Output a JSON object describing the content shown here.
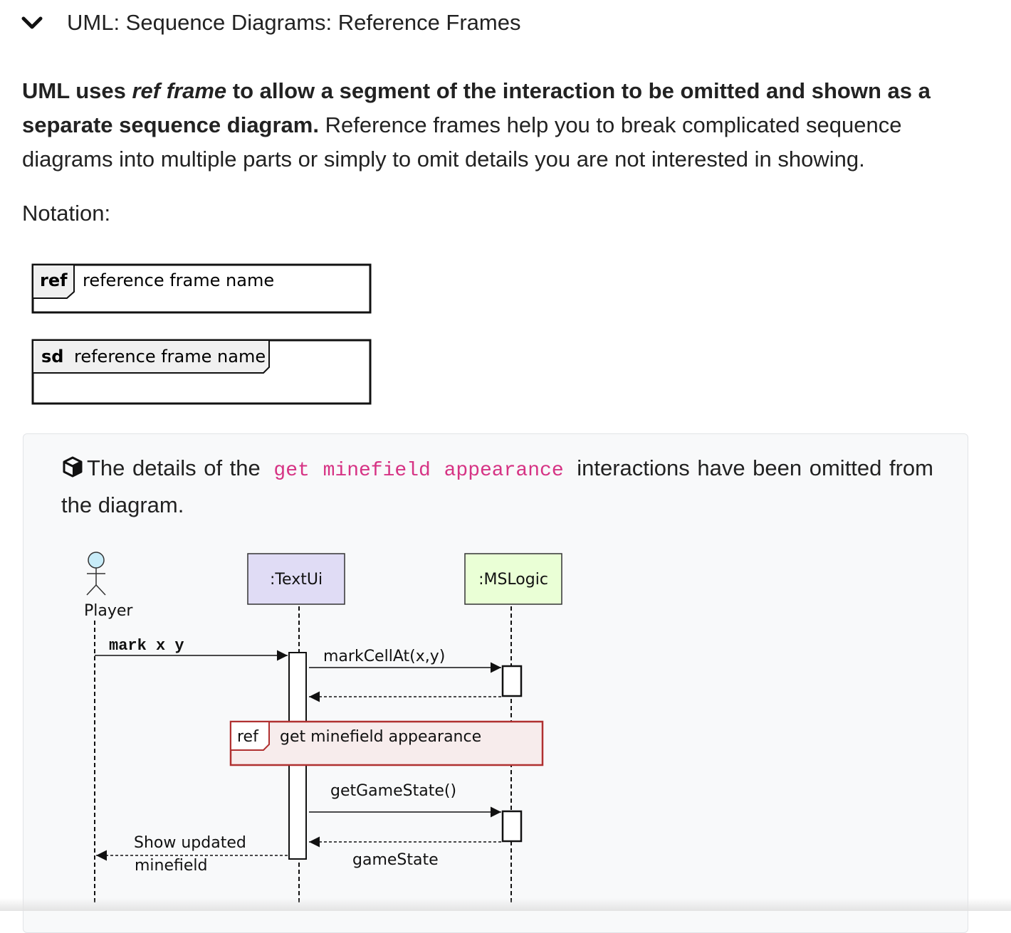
{
  "header": {
    "title": "UML: Sequence Diagrams: Reference Frames",
    "toggle_icon": "chevron-down-icon"
  },
  "intro": {
    "bold_part1": "UML uses ",
    "bold_italic": "ref frame",
    "bold_part2": " to allow a segment of the interaction to be omitted and shown as a separate sequence diagram.",
    "rest": " Reference frames help you to break complicated sequence diagrams into multiple parts or simply to omit details you are not interested in showing."
  },
  "notation": {
    "label": "Notation:",
    "ref_frame": {
      "keyword": "ref",
      "name": "reference frame name"
    },
    "sd_frame": {
      "keyword": "sd",
      "name": "reference frame name"
    }
  },
  "callout": {
    "icon": "box-icon",
    "text_before": "The details of the",
    "code": "get minefield appearance",
    "text_after": "interactions have been omitted from the diagram."
  },
  "diagram": {
    "actor": "Player",
    "participants": [
      ":TextUi",
      ":MSLogic"
    ],
    "messages": {
      "mark": "mark x y",
      "markCell": "markCellAt(x,y)",
      "getGameState": "getGameState()",
      "gameState": "gameState",
      "show_line1": "Show updated",
      "show_line2": "minefield"
    },
    "ref_frame": {
      "keyword": "ref",
      "name": "get minefield appearance"
    },
    "colors": {
      "textui_fill": "#e0dcf5",
      "mslogic_fill": "#eaffd6",
      "ref_border": "#b03030",
      "ref_fill": "#f7ecec",
      "actor_head": "#c8ecf8"
    }
  }
}
